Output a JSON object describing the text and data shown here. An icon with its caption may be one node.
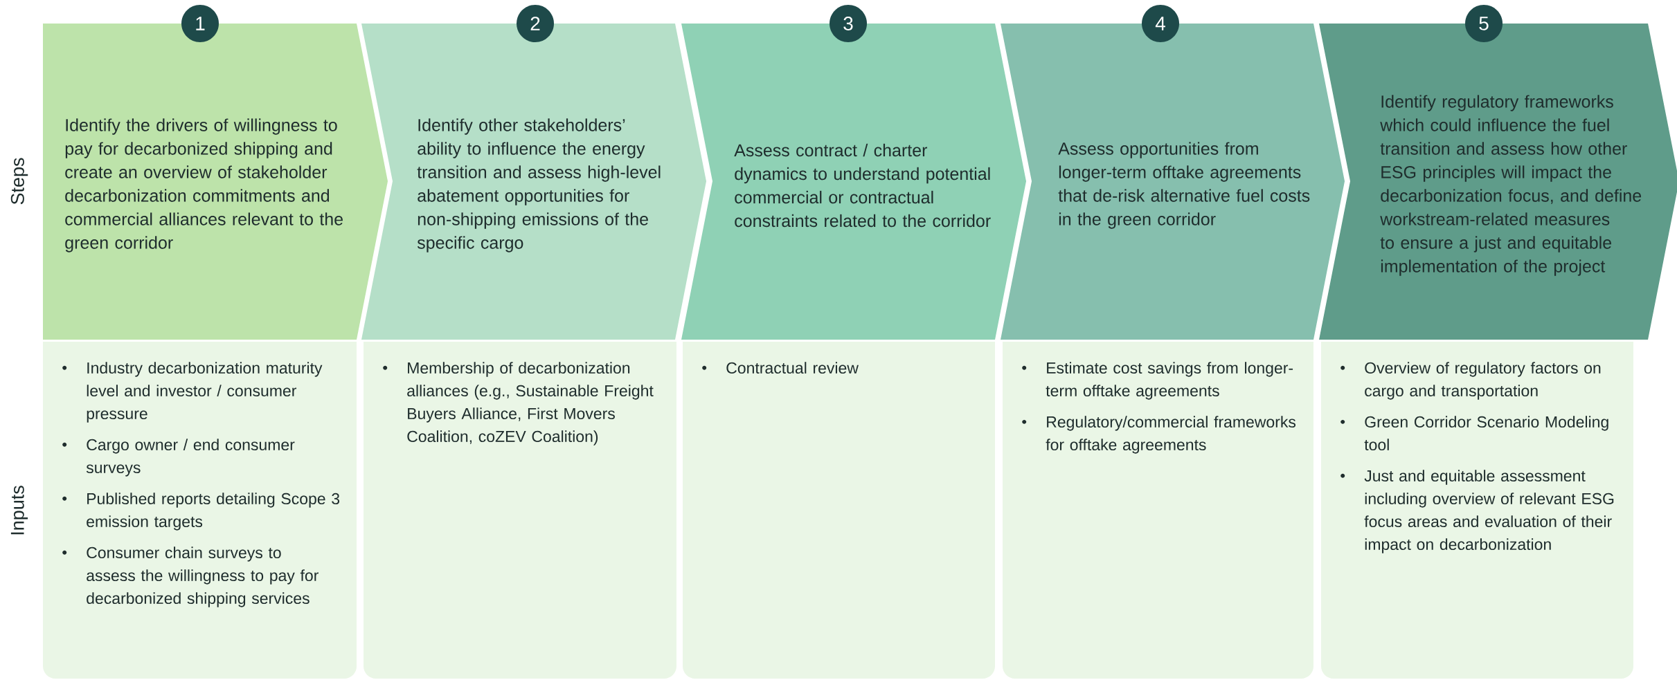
{
  "diagram": {
    "nodes": [
      {
        "text": [
          "1"
        ]
      },
      {
        "text": [
          "2"
        ]
      },
      {
        "text": [
          "3"
        ]
      },
      {
        "text": [
          "4"
        ]
      },
      {
        "text": [
          "5"
        ]
      },
      {
        "text": [
          "Identify the drivers of willingness to pay for decarbonized shipping and create an overview of stakeholder decarbonization commitments and commercial alliances relevant to the green corridor"
        ]
      },
      {
        "text": [
          "Identify other stakeholders’ ability to influence the energy transition and assess high-level abatement opportunities for non-shipping emissions of the specific cargo"
        ]
      },
      {
        "text": [
          "Assess contract / charter dynamics to understand potential commercial or contractual constraints related to the corridor"
        ]
      },
      {
        "text": [
          "Assess opportunities from longer-term offtake agreements that de-risk alternative fuel costs in the green corridor"
        ]
      },
      {
        "text": [
          "Identify regulatory frameworks which could influence the fuel transition and assess how other ESG principles will impact the decarbonization focus, and define workstream-related measures to ensure a just and equitable implementation of the project"
        ]
      },
      {
        "text": [
          "Industry decarbonization maturity level and investor / consumer pressure",
          "Cargo owner / end consumer surveys",
          "Published reports detailing Scope 3 emission targets",
          "Consumer chain surveys to assess the willingness to pay for decarbonized shipping services"
        ]
      },
      {
        "text": [
          "Membership of decarbonization alliances (e.g., Sustainable Freight Buyers Alliance, First Movers Coalition, coZEV Coalition)"
        ]
      },
      {
        "text": [
          "Contractual review"
        ]
      },
      {
        "text": [
          "Estimate cost savings from longer-term offtake agreements",
          "Regulatory/commercial frameworks for offtake agreements"
        ]
      },
      {
        "text": [
          "Overview of regulatory factors on cargo and transportation",
          "Green Corridor Scenario Modeling tool",
          "Just and equitable assessment including overview of relevant ESG focus areas and evaluation of their impact on decarbonization"
        ]
      }
    ],
    "labels": [
      "Steps",
      "Inputs"
    ]
  }
}
